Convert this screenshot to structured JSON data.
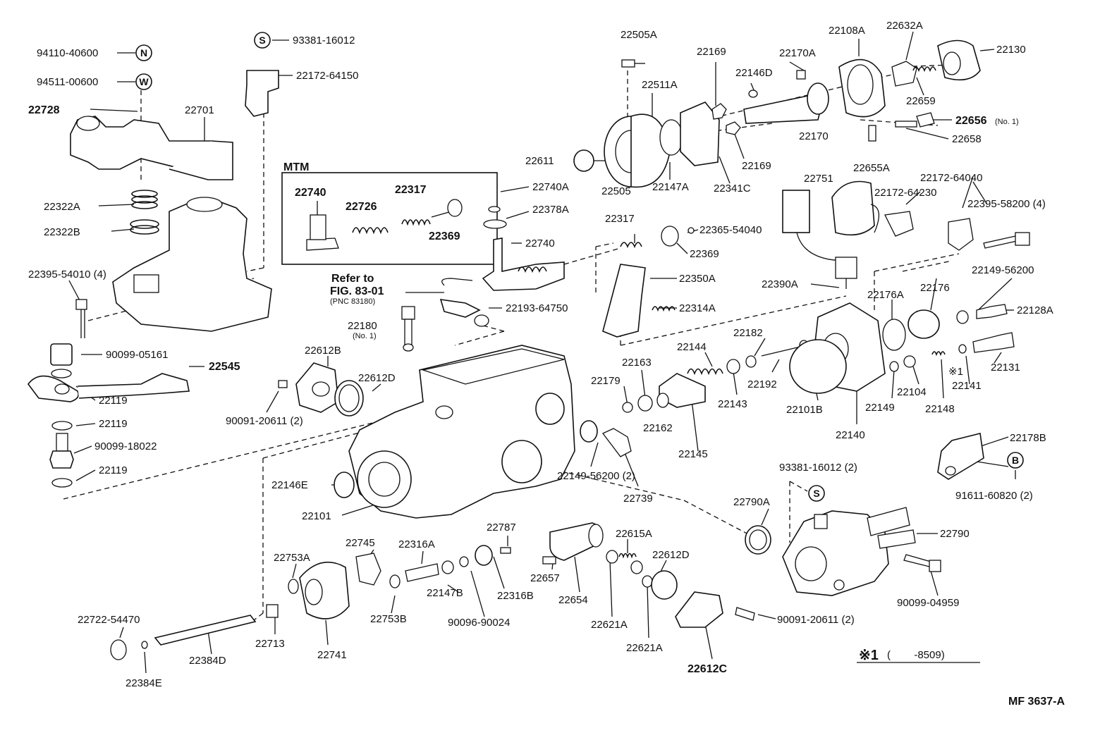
{
  "figure": {
    "code": "MF 3637-A",
    "note_star": "※1",
    "note_range": "(        -8509)",
    "refer_label": "Refer to",
    "refer_fig": "FIG. 83-01",
    "refer_pnc": "(PNC 83180)",
    "mtm_title": "MTM"
  },
  "symbols": {
    "n": "N",
    "w": "W",
    "s1": "S",
    "s2": "S",
    "b": "B"
  },
  "labels": {
    "l94110": "94110-40600",
    "l94511": "94511-00600",
    "l22728": "22728",
    "l22701": "22701",
    "l93381a": "93381-16012",
    "l22172_64150": "22172-64150",
    "l22322a": "22322A",
    "l22322b": "22322B",
    "l22395_54010": "22395-54010 (4)",
    "l90099_05161": "90099-05161",
    "l22545": "22545",
    "l22119a": "22119",
    "l22119b": "22119",
    "l90099_18022": "90099-18022",
    "l22119c": "22119",
    "l22740_mtm": "22740",
    "l22317_mtm": "22317",
    "l22726": "22726",
    "l22369_mtm": "22369",
    "l22740a": "22740A",
    "l22378a": "22378A",
    "l22740": "22740",
    "l22193": "22193-64750",
    "l22180": "22180",
    "l22180_no": "(No. 1)",
    "l22612b": "22612B",
    "l22612d_a": "22612D",
    "l90091_20611a": "90091-20611 (2)",
    "l22505a": "22505A",
    "l22511a": "22511A",
    "l22611": "22611",
    "l22505": "22505",
    "l22147a": "22147A",
    "l22341c": "22341C",
    "l22169a": "22169",
    "l22169b": "22169",
    "l22146d": "22146D",
    "l22170a": "22170A",
    "l22170": "22170",
    "l22108a": "22108A",
    "l22632a": "22632A",
    "l22130": "22130",
    "l22659": "22659",
    "l22656": "22656",
    "l22656_no": "(No. 1)",
    "l22658": "22658",
    "l22655a": "22655A",
    "l22751": "22751",
    "l22172_64040": "22172-64040",
    "l22172_64230": "22172-64230",
    "l22395_58200": "22395-58200 (4)",
    "l22317": "22317",
    "l22365": "22365-54040",
    "l22369": "22369",
    "l22350a": "22350A",
    "l22314a": "22314A",
    "l22390a": "22390A",
    "l22149_56200a": "22149-56200",
    "l22176a": "22176A",
    "l22176": "22176",
    "l22128a": "22128A",
    "l22182": "22182",
    "l22144": "22144",
    "l22163": "22163",
    "l22179": "22179",
    "l22162": "22162",
    "l22145": "22145",
    "l22143": "22143",
    "l22192": "22192",
    "l22101b": "22101B",
    "l22140": "22140",
    "l22149": "22149",
    "l22104": "22104",
    "l22148": "22148",
    "l22141_star": "※1",
    "l22141": "22141",
    "l22131": "22131",
    "l22146e": "22146E",
    "l22101": "22101",
    "l22149_56200b": "22149-56200 (2)",
    "l22739": "22739",
    "l22178b": "22178B",
    "l91611": "91611-60820 (2)",
    "l93381b": "93381-16012 (2)",
    "l22790a": "22790A",
    "l22790": "22790",
    "l90099_04959": "90099-04959",
    "l22745": "22745",
    "l22316a": "22316A",
    "l22787": "22787",
    "l22753a": "22753A",
    "l22147b": "22147B",
    "l22316b": "22316B",
    "l22753b": "22753B",
    "l90096": "90096-90024",
    "l22657": "22657",
    "l22654": "22654",
    "l22615a": "22615A",
    "l22612d_b": "22612D",
    "l22621a_a": "22621A",
    "l22621a_b": "22621A",
    "l22612c": "22612C",
    "l90091_20611b": "90091-20611 (2)",
    "l22722": "22722-54470",
    "l22384d": "22384D",
    "l22713": "22713",
    "l22741": "22741",
    "l22384e": "22384E"
  }
}
